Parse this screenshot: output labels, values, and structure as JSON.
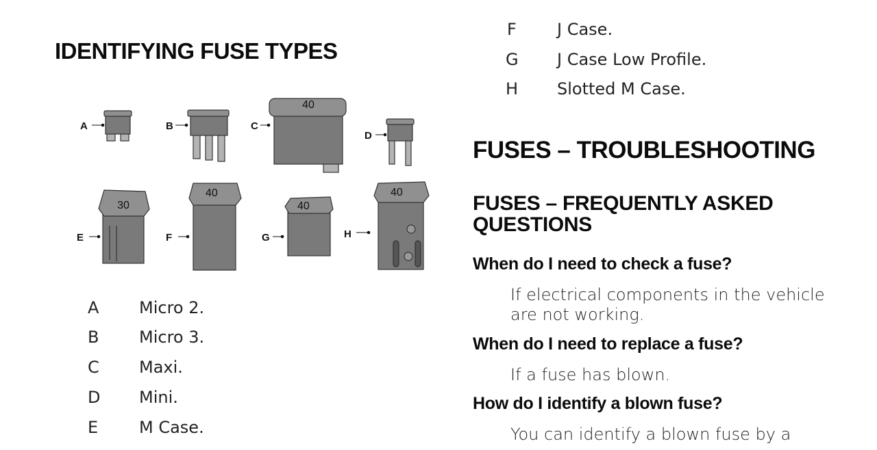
{
  "left": {
    "title": "IDENTIFYING FUSE TYPES",
    "figure_callouts": [
      "A",
      "B",
      "C",
      "D",
      "E",
      "F",
      "G",
      "H"
    ],
    "fuse_ratings": {
      "C": "40",
      "E": "30",
      "F": "40",
      "G": "40",
      "H": "40"
    },
    "list": [
      {
        "letter": "A",
        "label": "Micro 2."
      },
      {
        "letter": "B",
        "label": "Micro 3."
      },
      {
        "letter": "C",
        "label": "Maxi."
      },
      {
        "letter": "D",
        "label": "Mini."
      },
      {
        "letter": "E",
        "label": "M Case."
      }
    ]
  },
  "right": {
    "list": [
      {
        "letter": "F",
        "label": "J Case."
      },
      {
        "letter": "G",
        "label": "J Case Low Profile."
      },
      {
        "letter": "H",
        "label": "Slotted M Case."
      }
    ],
    "section_title": "FUSES – TROUBLESHOOTING",
    "subsection_title_line1": "FUSES – FREQUENTLY ASKED",
    "subsection_title_line2": "QUESTIONS",
    "faq": [
      {
        "question": "When do I need to check a fuse?",
        "answer_lines": [
          "If electrical components in the vehicle",
          "are not working."
        ]
      },
      {
        "question": "When do I need to replace a fuse?",
        "answer_lines": [
          "If a fuse has blown."
        ]
      },
      {
        "question": "How do I identify a blown fuse?",
        "answer_lines": [
          "You can identify a blown fuse by a"
        ]
      }
    ]
  },
  "colors": {
    "fuse_body": "#8a8a8a",
    "fuse_dark": "#6e6e6e",
    "fuse_light": "#b3b3b3",
    "outline": "#333333"
  }
}
